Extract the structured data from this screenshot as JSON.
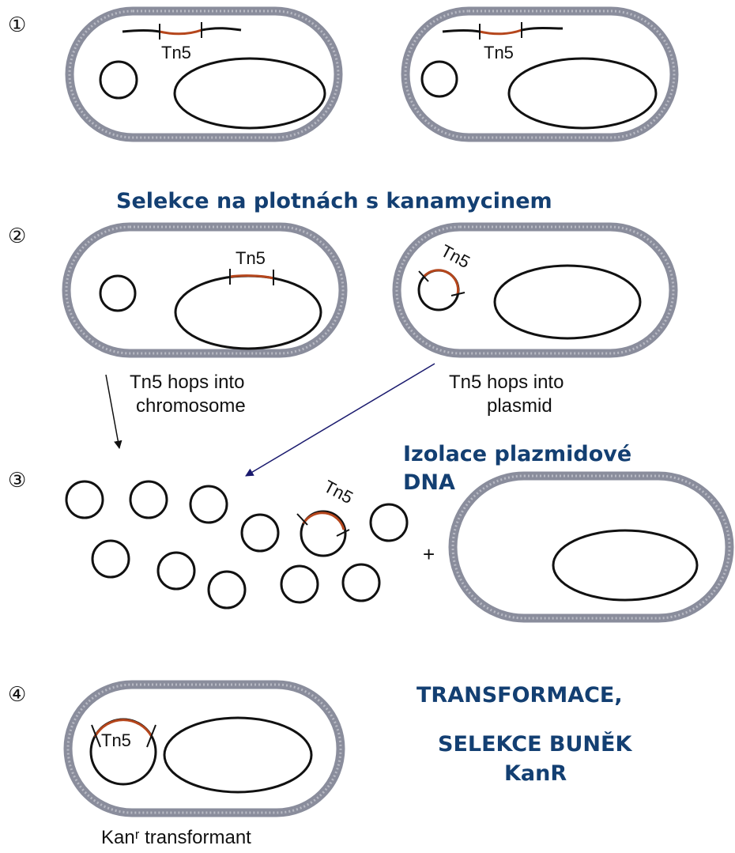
{
  "step_numbers": [
    "①",
    "②",
    "③",
    "④"
  ],
  "transposon_label": "Tn5",
  "titles": {
    "selection_kanamycin": "Selekce na plotnách s kanamycinem",
    "plasmid_isolation_line1": "Izolace plazmidové",
    "plasmid_isolation_line2": "DNA",
    "transformation_line1": "TRANSFORMACE,",
    "transformation_line2": "SELEKCE BUNĚK",
    "transformation_line3": "KanR"
  },
  "captions": {
    "chromosome_hop_line1": "Tn5 hops into",
    "chromosome_hop_line2": "chromosome",
    "plasmid_hop_line1": "Tn5 hops into",
    "plasmid_hop_line2": "plasmid",
    "transformant": "Kanʳ transformant"
  },
  "plus_sign": "+",
  "colors": {
    "title_blue": "#133f72",
    "transposon_red": "#b5461c",
    "cell_wall_grey": "#8a8d9c",
    "arrow_navy": "#1a1a6e"
  }
}
